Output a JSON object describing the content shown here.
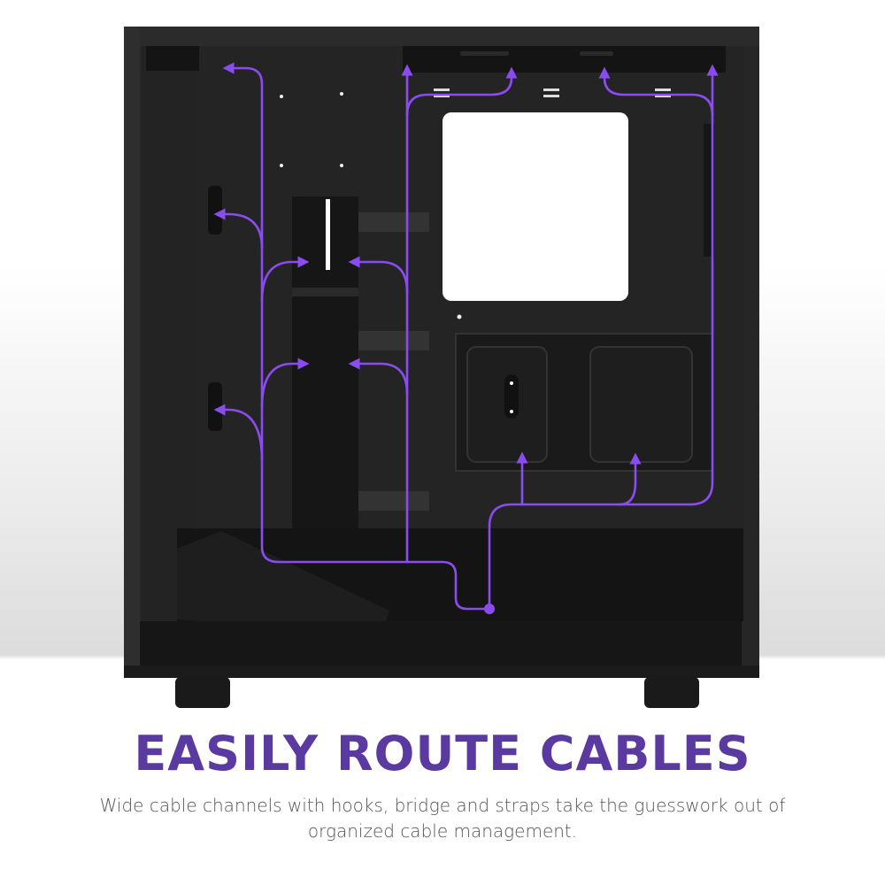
{
  "headline": "EASILY ROUTE CABLES",
  "caption": "Wide cable channels with hooks, bridge and straps take the guesswork out of organized cable management.",
  "colors": {
    "headline": "#5a3aa0",
    "route_line": "#8a4cf0",
    "case_body": "#1d1d1d",
    "background_gradient_mid": "#e6e6e6"
  },
  "product_image": {
    "subject": "pc-case-rear-side-view",
    "icons": [
      "cable-route-arrow-icon",
      "cable-origin-dot-icon"
    ]
  }
}
